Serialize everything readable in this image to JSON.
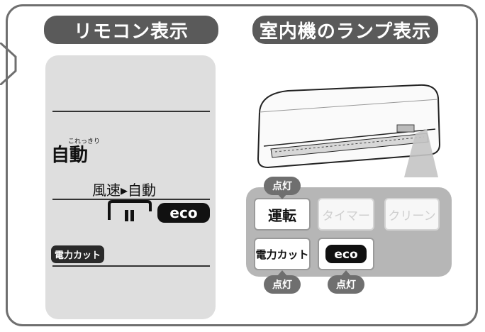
{
  "headers": {
    "remote": "リモコン表示",
    "unit_lamps": "室内機のランプ表示"
  },
  "remote": {
    "mode_ruby": "これっきり",
    "mode": "自動",
    "fan": "風速▸自動",
    "eco_label": "eco",
    "power_cut": "電力カット"
  },
  "lamps": [
    {
      "label": "運転",
      "state": "on"
    },
    {
      "label": "タイマー",
      "state": "off"
    },
    {
      "label": "クリーン",
      "state": "off"
    },
    {
      "label": "電力カット",
      "state": "on"
    },
    {
      "label": "eco",
      "state": "on"
    }
  ],
  "lit_tag": "点灯",
  "colors": {
    "header_bg": "#5a5a5a",
    "remote_bg": "#dedede",
    "lamp_panel_bg": "#b6b6b6",
    "lit_tag_bg": "#6f6f6f",
    "frame": "#6f6f6f"
  }
}
